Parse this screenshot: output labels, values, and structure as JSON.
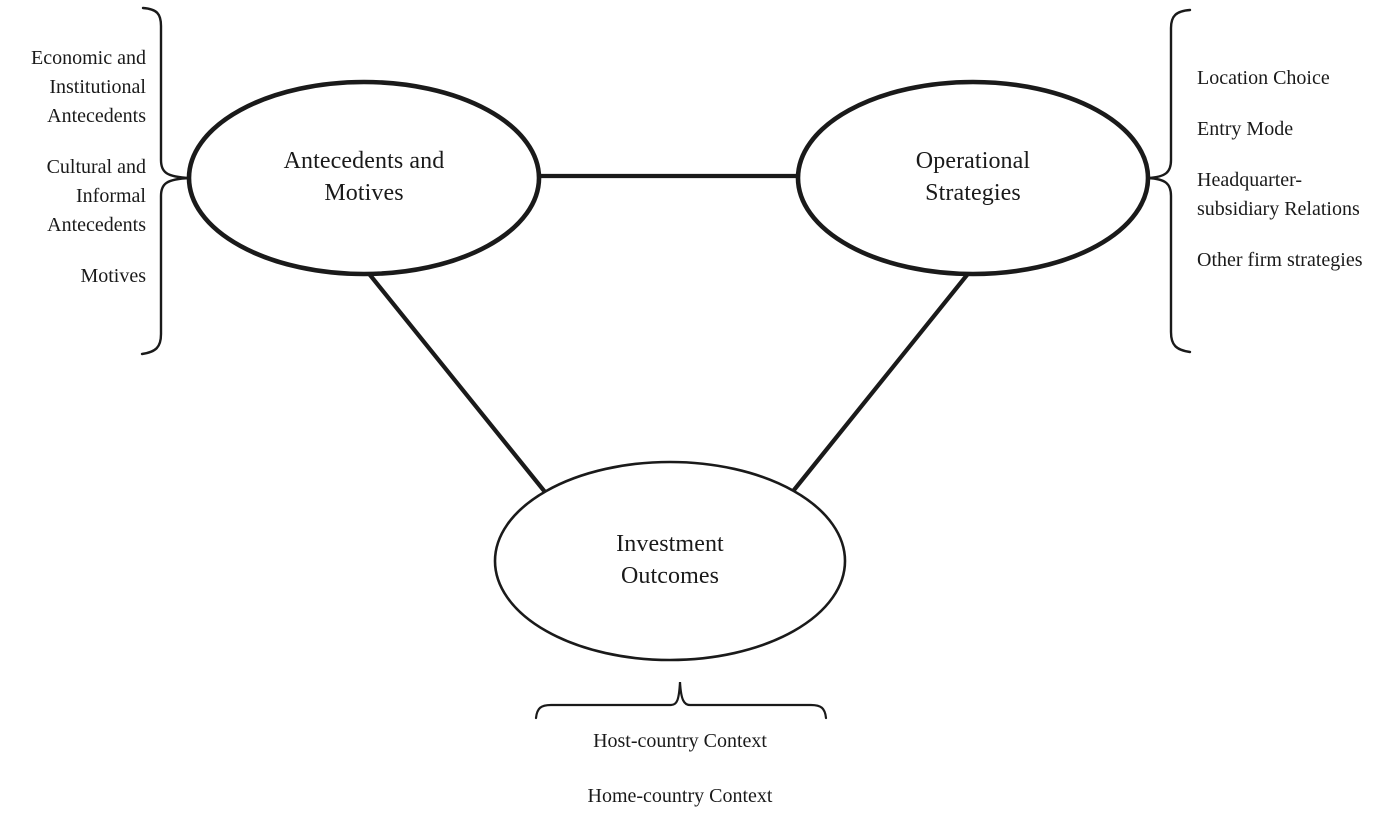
{
  "figure": {
    "type": "conceptual-framework-diagram",
    "background_color": "#ffffff",
    "line_color": "#1a1a1a"
  },
  "nodes": [
    {
      "id": "antecedents-and-motives",
      "label": "Antecedents and\nMotives",
      "position": "top-left"
    },
    {
      "id": "operational-strategies",
      "label": "Operational\nStrategies",
      "position": "top-right"
    },
    {
      "id": "investment-outcomes",
      "label": "Investment\nOutcomes",
      "position": "bottom-center"
    }
  ],
  "left_brace_items": [
    "Economic and\nInstitutional\nAntecedents",
    "Cultural and\nInformal\nAntecedents",
    "Motives"
  ],
  "right_brace_items": [
    "Location Choice",
    "Entry Mode",
    "Headquarter-\nsubsidiary Relations",
    "Other firm strategies"
  ],
  "bottom_brace_items": [
    "Host-country Context",
    "Home-country Context"
  ],
  "connections": [
    {
      "from": "antecedents-and-motives",
      "to": "operational-strategies",
      "style": "straight-line"
    },
    {
      "from": "antecedents-and-motives",
      "to": "investment-outcomes",
      "style": "straight-line"
    },
    {
      "from": "operational-strategies",
      "to": "investment-outcomes",
      "style": "straight-line"
    }
  ]
}
